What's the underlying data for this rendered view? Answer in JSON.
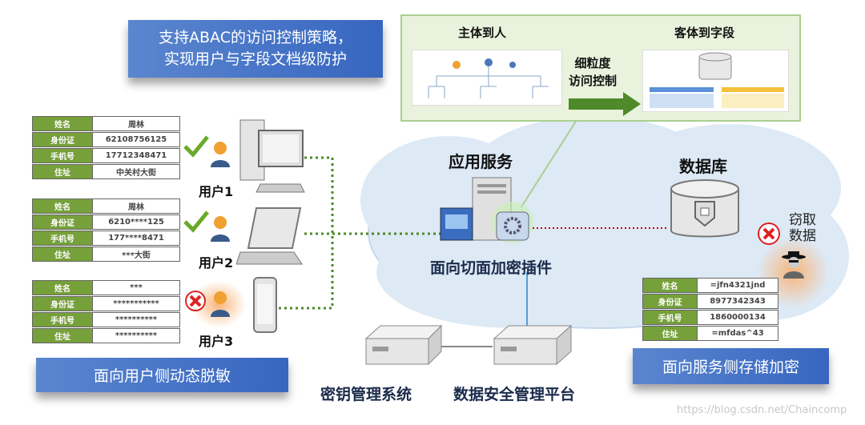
{
  "title": {
    "line1": "支持ABAC的访问控制策略，",
    "line2": "实现用户与字段文档级防护"
  },
  "policy_panel": {
    "subject_label": "主体到人",
    "object_label": "客体到字段",
    "arrow_label_1": "细粒度",
    "arrow_label_2": "访问控制"
  },
  "users": [
    {
      "label": "用户1",
      "status": "allowed",
      "rows": [
        {
          "k": "姓名",
          "v": "周林"
        },
        {
          "k": "身份证",
          "v": "62108756125"
        },
        {
          "k": "手机号",
          "v": "17712348471"
        },
        {
          "k": "住址",
          "v": "中关村大街"
        }
      ]
    },
    {
      "label": "用户2",
      "status": "allowed",
      "rows": [
        {
          "k": "姓名",
          "v": "周林"
        },
        {
          "k": "身份证",
          "v": "6210****125"
        },
        {
          "k": "手机号",
          "v": "177****8471"
        },
        {
          "k": "住址",
          "v": "***大街"
        }
      ]
    },
    {
      "label": "用户3",
      "status": "denied",
      "rows": [
        {
          "k": "姓名",
          "v": "***"
        },
        {
          "k": "身份证",
          "v": "***********"
        },
        {
          "k": "手机号",
          "v": "**********"
        },
        {
          "k": "住址",
          "v": "**********"
        }
      ]
    }
  ],
  "app_service": {
    "label": "应用服务",
    "plugin_label": "面向切面加密插件"
  },
  "database": {
    "label": "数据库",
    "rows": [
      {
        "k": "姓名",
        "v": "=jfn4321jnd"
      },
      {
        "k": "身份证",
        "v": "8977342343"
      },
      {
        "k": "手机号",
        "v": "1860000134"
      },
      {
        "k": "住址",
        "v": "=mfdas^43"
      }
    ]
  },
  "attacker": {
    "label_1": "窃取",
    "label_2": "数据"
  },
  "left_banner": "面向用户侧动态脱敏",
  "right_banner": "面向服务侧存储加密",
  "kms_label": "密钥管理系统",
  "dsm_label": "数据安全管理平台",
  "watermark": "https://blog.csdn.net/Chaincomp",
  "colors": {
    "green": "#76a03a",
    "blue": "#3f6fc4",
    "cloud": "#dde9f5"
  }
}
